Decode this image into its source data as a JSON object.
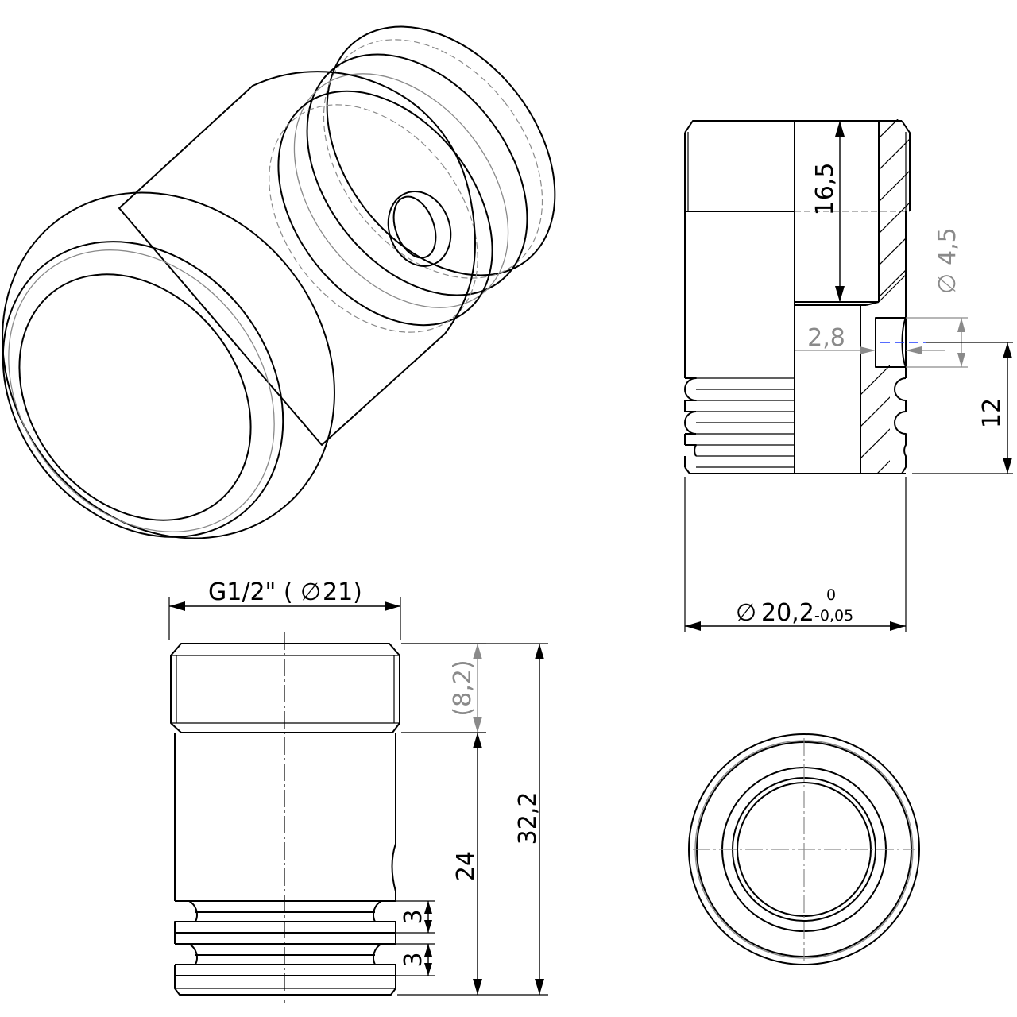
{
  "dimensions": {
    "thread": "G1/2\" (",
    "thread_diameter_symbol": "∅",
    "thread_diameter_value": "21)",
    "length_overall": "32,2",
    "length_body": "24",
    "length_thread_ref": "(8,2)",
    "groove_width_1": "3",
    "groove_width_2": "3",
    "section_bore_depth": "16,5",
    "hole_diameter_symbol": "∅",
    "hole_diameter_value": "4,5",
    "hole_depth": "2,8",
    "hole_position": "12",
    "outer_diameter_symbol": "∅",
    "outer_diameter_value": "20,2",
    "outer_diameter_tol_upper": "0",
    "outer_diameter_tol_lower": "-0,05"
  }
}
